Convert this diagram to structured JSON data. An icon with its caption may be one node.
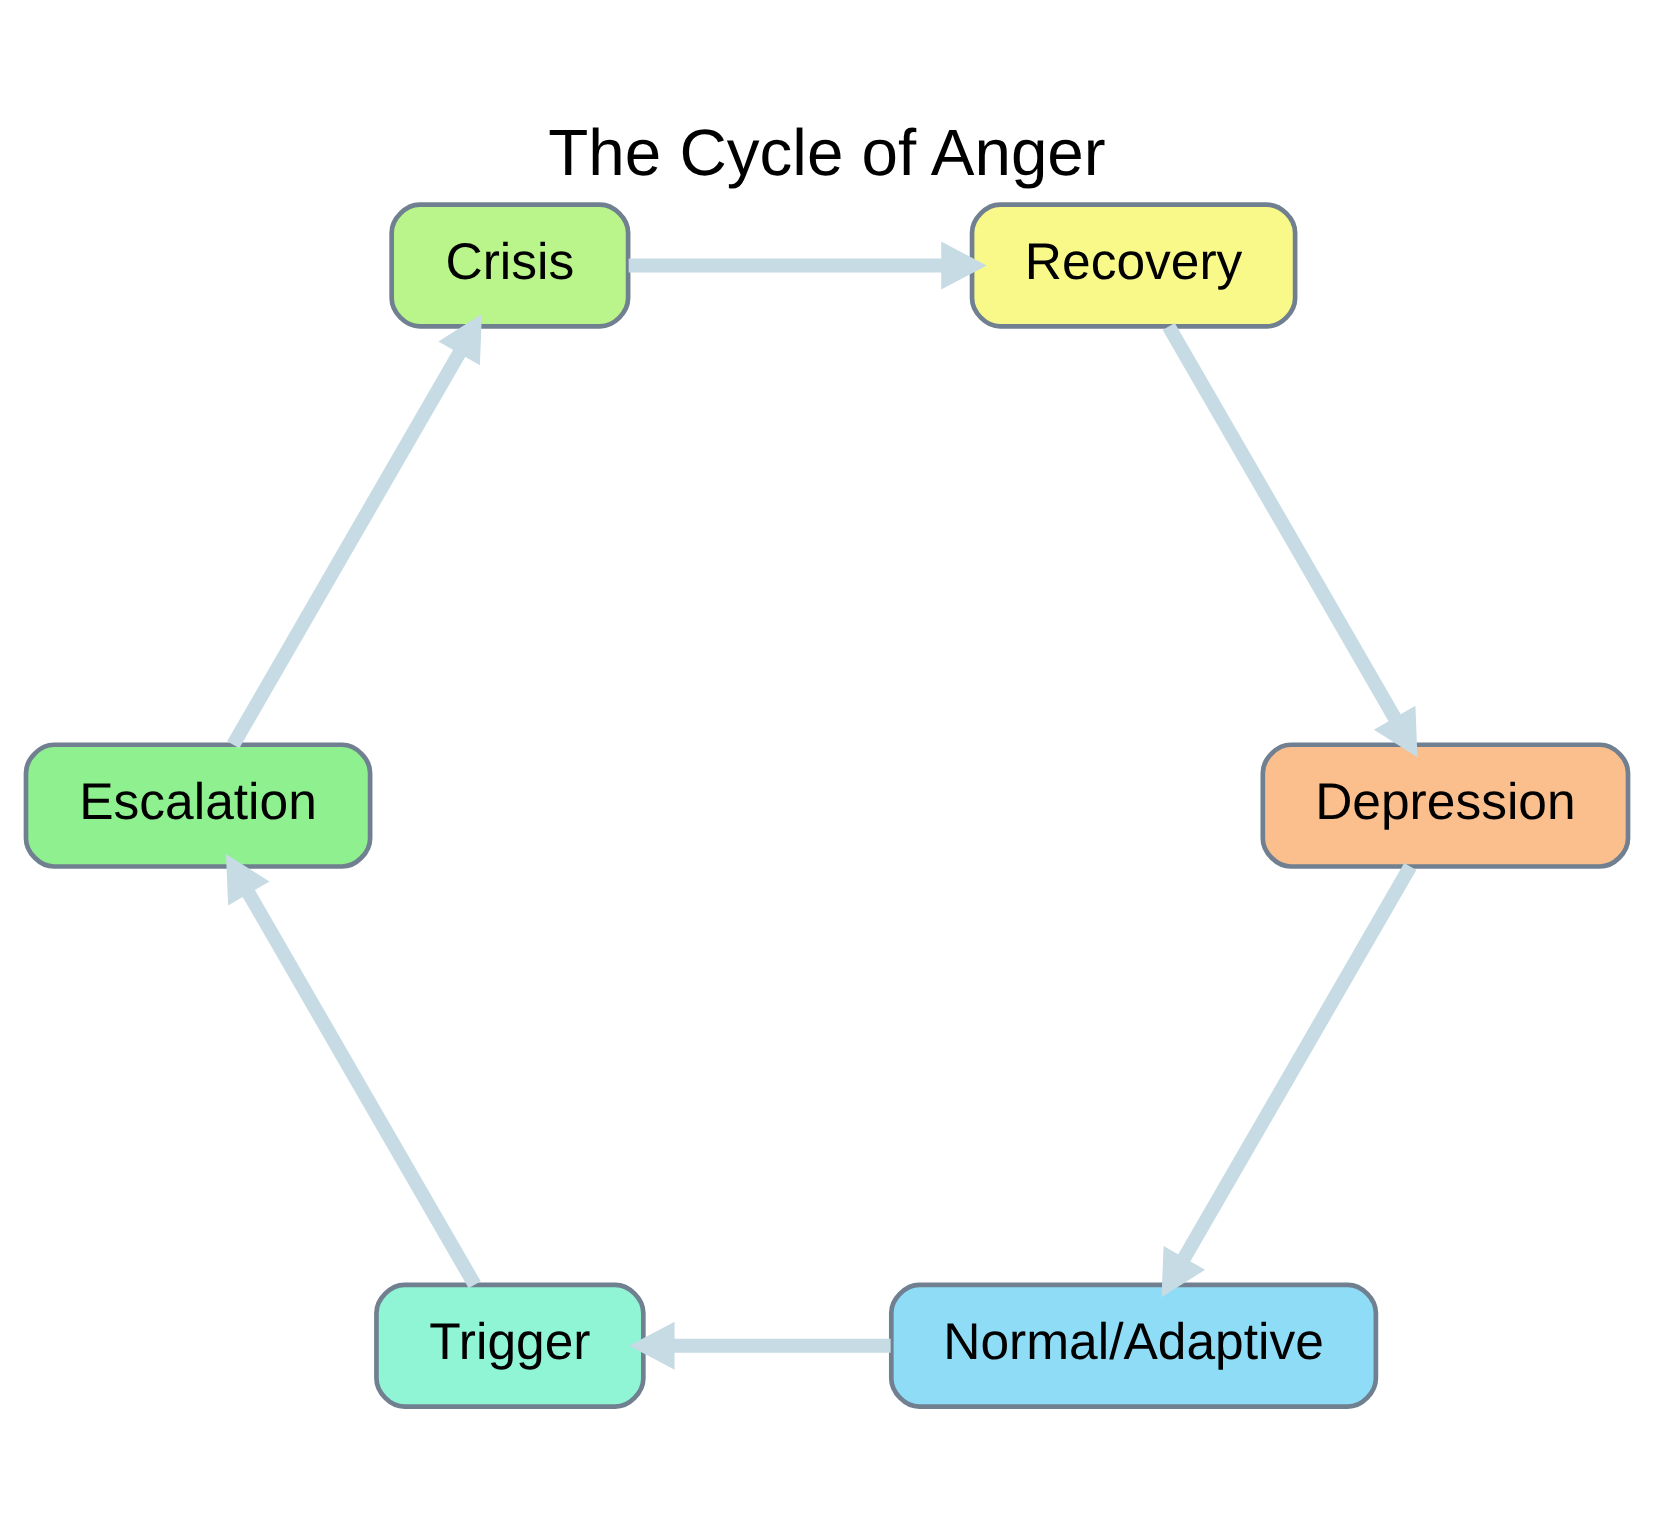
{
  "diagram": {
    "title": "The Cycle of Anger",
    "nodes": [
      {
        "text": [
          "Normal/Adaptive"
        ]
      },
      {
        "text": [
          "Trigger"
        ]
      },
      {
        "text": [
          "Escalation"
        ]
      },
      {
        "text": [
          "Crisis"
        ]
      },
      {
        "text": [
          "Recovery"
        ]
      },
      {
        "text": [
          "Depression"
        ]
      }
    ],
    "edges": [
      {
        "from": 0,
        "to": 1,
        "arrow": "to"
      },
      {
        "from": 1,
        "to": 2,
        "arrow": "to"
      },
      {
        "from": 2,
        "to": 3,
        "arrow": "to"
      },
      {
        "from": 3,
        "to": 4,
        "arrow": "to"
      },
      {
        "from": 4,
        "to": 5,
        "arrow": "to"
      },
      {
        "from": 5,
        "to": 0,
        "arrow": "to"
      }
    ]
  }
}
